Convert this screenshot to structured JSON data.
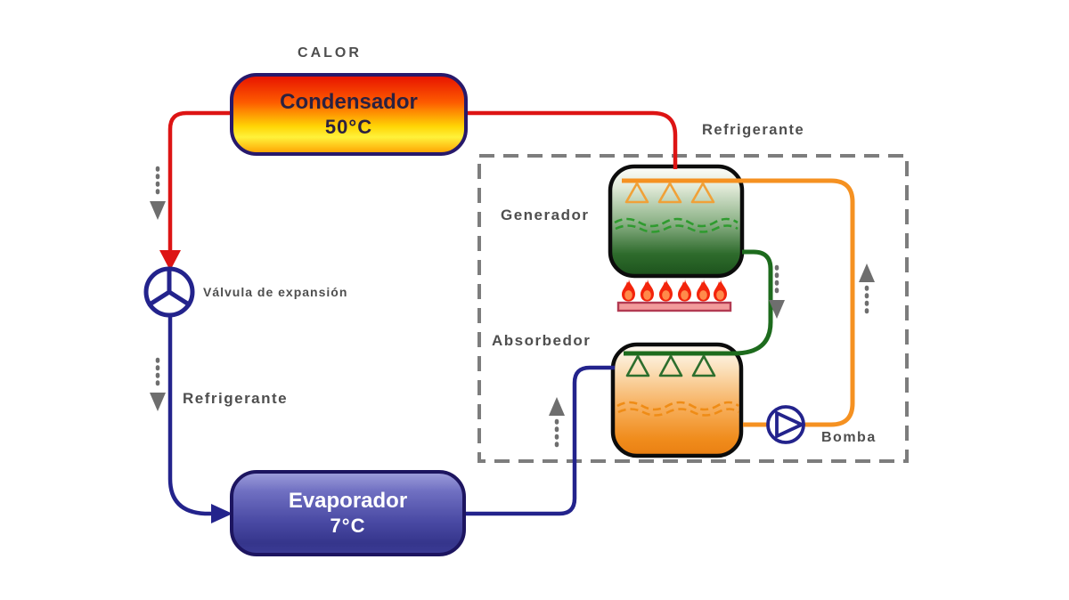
{
  "diagram": {
    "type": "absorption-refrigeration-cycle",
    "labels": {
      "calor": "CALOR",
      "refrigerant_loop": "Refrigerante",
      "refrigerant_line": "Refrigerante"
    },
    "components": {
      "condenser": {
        "name": "Condensador",
        "temperature": "50°C"
      },
      "evaporator": {
        "name": "Evaporador",
        "temperature": "7°C"
      },
      "generator": {
        "label": "Generador"
      },
      "absorber": {
        "label": "Absorbedor"
      },
      "expansion_valve": {
        "label": "Válvula de expansión"
      },
      "pump": {
        "label": "Bomba"
      }
    },
    "icons": [
      "expansion-valve-icon",
      "pump-icon",
      "flame-icon",
      "burner-bar-icon",
      "spray-nozzle-icon",
      "flow-arrow-icon"
    ],
    "colors": {
      "pipe_hot": "#dd1414",
      "pipe_cold": "#23238c",
      "pipe_solution_rich": "#f59121",
      "pipe_solution_weak": "#1d6b1d",
      "dashed_boundary": "#7d7d7d",
      "flow_arrow": "#6e6e6e",
      "label_text": "#4e4e4e",
      "flame": "#f3240b",
      "condenser_gradient_top": "#e81500",
      "condenser_gradient_bottom": "#ffd505",
      "evaporator_fill": "#4a4aa4",
      "generator_fill_bottom": "#1c521c",
      "absorber_fill_bottom": "#ea7f12"
    }
  }
}
